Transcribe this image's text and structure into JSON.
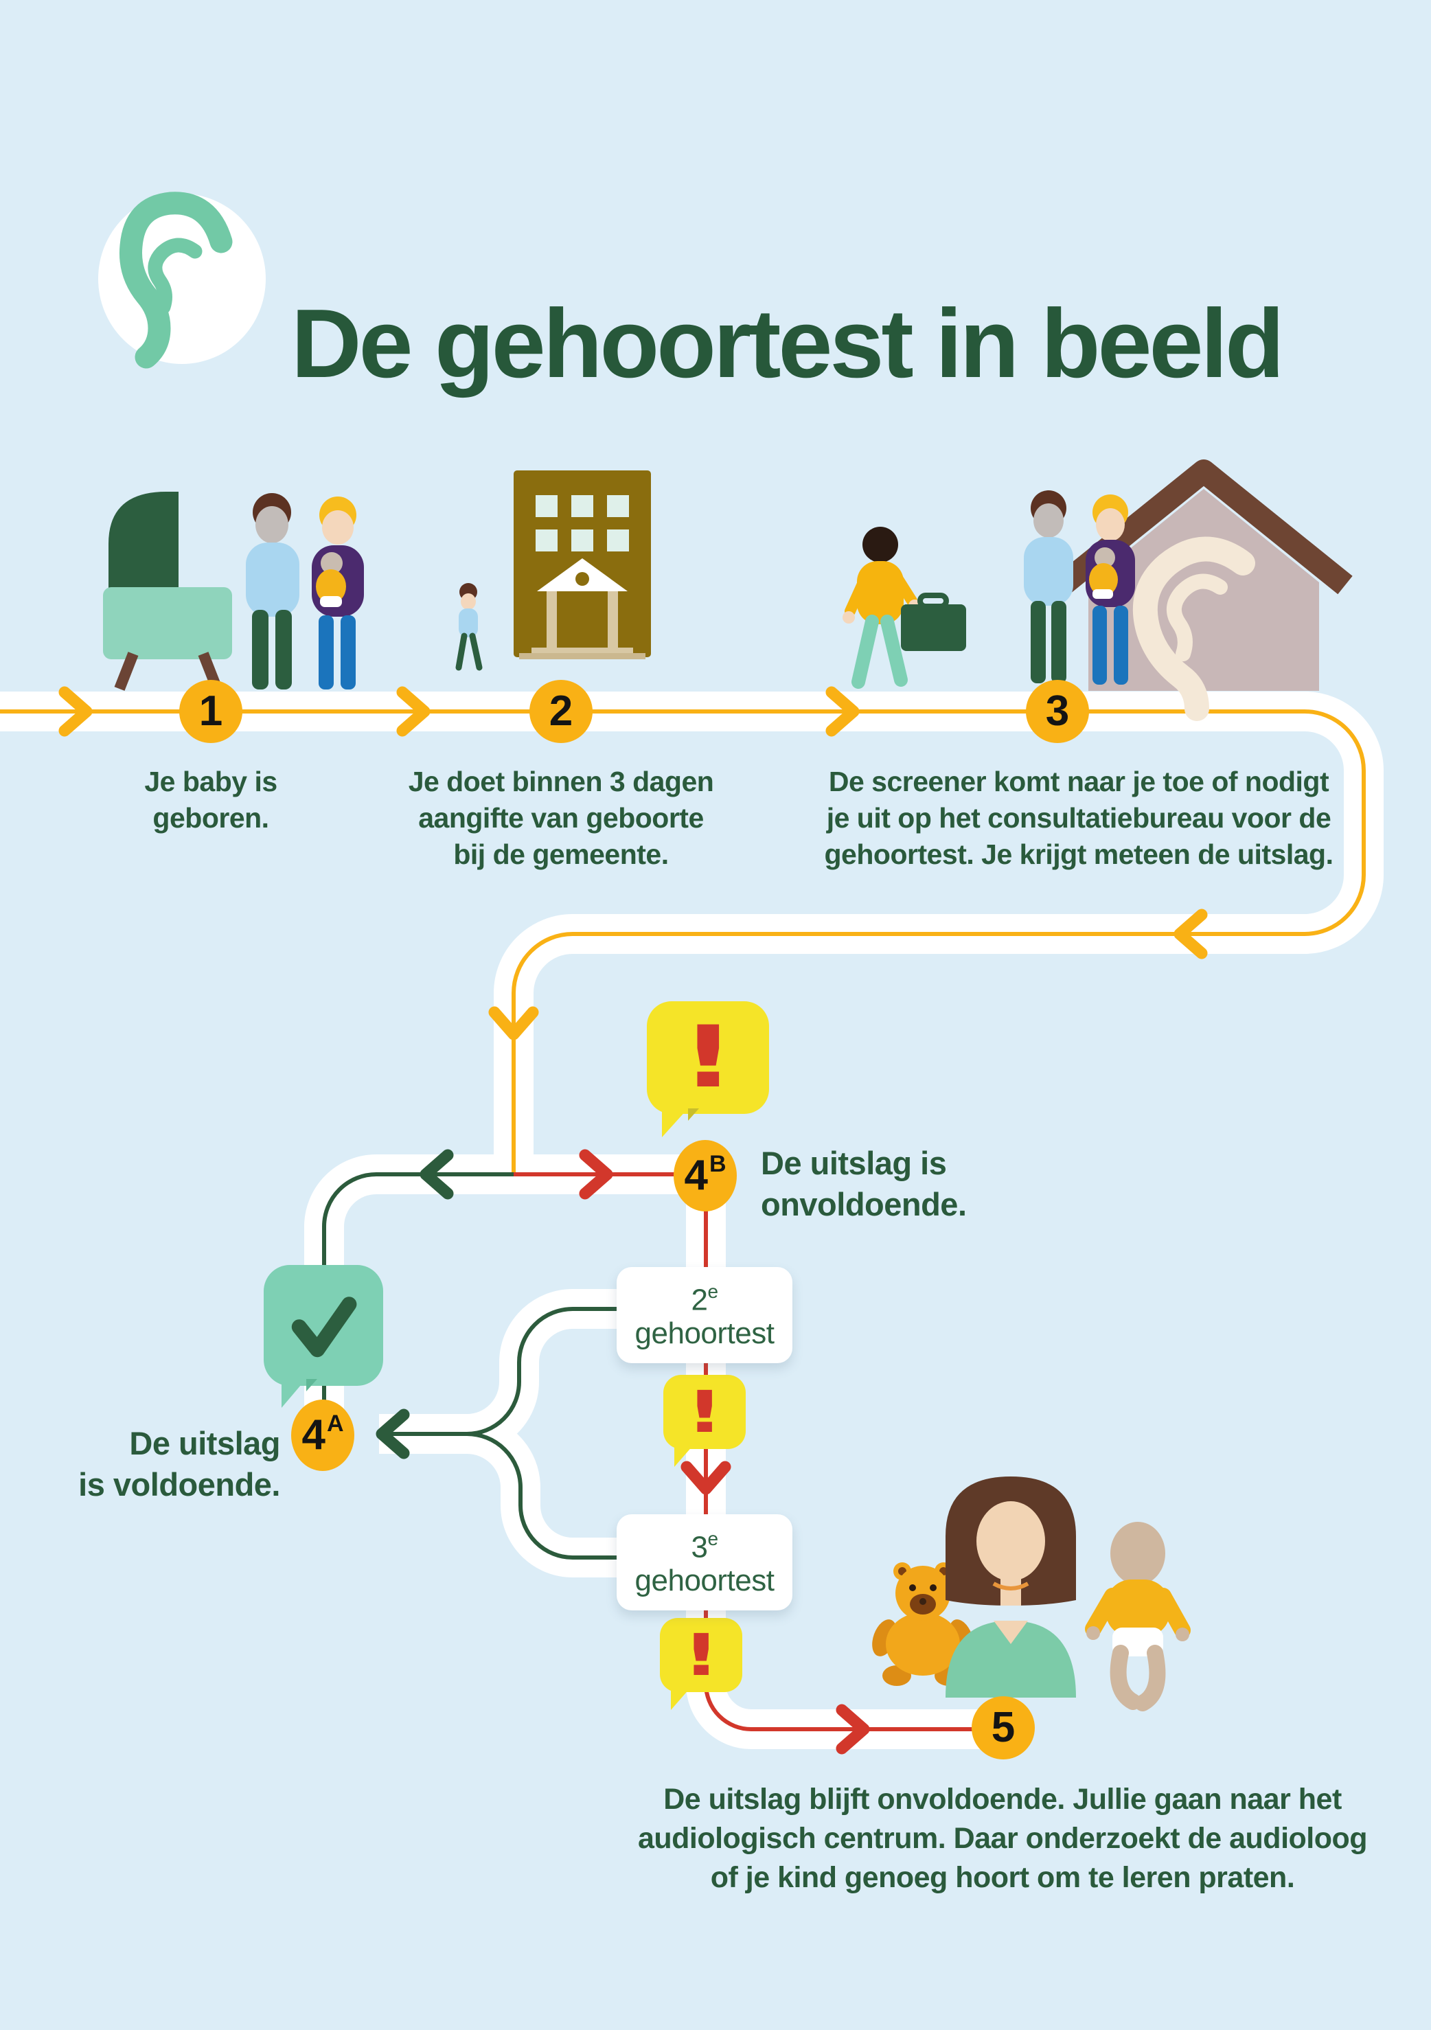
{
  "header": {
    "title": "De gehoortest in beeld"
  },
  "palette": {
    "background": "#DCEDF7",
    "text_green": "#2A5A3C",
    "accent_yellow": "#F9B115",
    "alert_yellow": "#F5E428",
    "alert_red": "#D2372B",
    "path_green": "#2C5B3C",
    "bubble_teal": "#7ED0B4",
    "band_white": "#FFFFFF"
  },
  "alerts": {
    "icon": "!"
  },
  "timeline": {
    "steps": [
      {
        "number": "1",
        "lines": [
          "Je baby is",
          "geboren."
        ]
      },
      {
        "number": "2",
        "lines": [
          "Je doet binnen 3 dagen",
          "aangifte van geboorte",
          "bij de gemeente."
        ]
      },
      {
        "number": "3",
        "lines": [
          "De screener komt naar je toe of nodigt",
          "je uit op het consultatiebureau voor de",
          "gehoortest. Je krijgt meteen de uitslag."
        ]
      }
    ]
  },
  "outcomes": {
    "fail": {
      "number": "4",
      "sup": "B",
      "lines": [
        "De uitslag is",
        "onvoldoende."
      ]
    },
    "pass": {
      "number": "4",
      "sup": "A",
      "lines": [
        "De uitslag",
        "is voldoende."
      ]
    }
  },
  "retests": [
    {
      "number": "2",
      "sup": "e",
      "label": "gehoortest"
    },
    {
      "number": "3",
      "sup": "e",
      "label": "gehoortest"
    }
  ],
  "final": {
    "number": "5",
    "lines": [
      "De uitslag blijft onvoldoende. Jullie gaan naar het",
      "audiologisch centrum. Daar onderzoekt de audioloog",
      "of je kind genoeg hoort om te leren praten."
    ]
  }
}
